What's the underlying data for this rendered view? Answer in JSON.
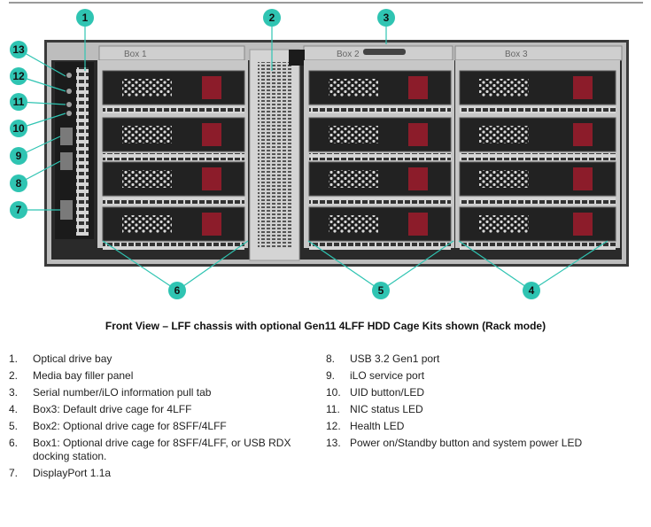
{
  "figure": {
    "cage_labels": [
      "Box 1",
      "Box 2",
      "Box 3"
    ],
    "callouts": [
      "1",
      "2",
      "3",
      "4",
      "5",
      "6",
      "7",
      "8",
      "9",
      "10",
      "11",
      "12",
      "13"
    ],
    "colors": {
      "callout_fill": "#2fc4b2",
      "drive_latch": "#8c1c2a",
      "chassis": "#3a3a3a",
      "bezel": "#b9b9b9"
    }
  },
  "caption": "Front View – LFF chassis with optional Gen11 4LFF HDD Cage Kits shown (Rack mode)",
  "legend": {
    "col1": [
      {
        "num": "1.",
        "text": "Optical drive bay"
      },
      {
        "num": "2.",
        "text": "Media bay filler panel"
      },
      {
        "num": "3.",
        "text": "Serial number/iLO information pull tab"
      },
      {
        "num": "4.",
        "text": "Box3: Default drive cage for 4LFF"
      },
      {
        "num": "5.",
        "text": "Box2: Optional drive cage for 8SFF/4LFF"
      },
      {
        "num": "6.",
        "text": "Box1: Optional drive cage for 8SFF/4LFF, or USB RDX docking station."
      },
      {
        "num": "7.",
        "text": "DisplayPort 1.1a"
      }
    ],
    "col2": [
      {
        "num": "8.",
        "text": "USB 3.2 Gen1 port"
      },
      {
        "num": "9.",
        "text": "iLO service port"
      },
      {
        "num": "10.",
        "text": "UID button/LED"
      },
      {
        "num": "11.",
        "text": "NIC status LED"
      },
      {
        "num": "12.",
        "text": "Health LED"
      },
      {
        "num": "13.",
        "text": "Power on/Standby button and system power LED"
      }
    ]
  }
}
